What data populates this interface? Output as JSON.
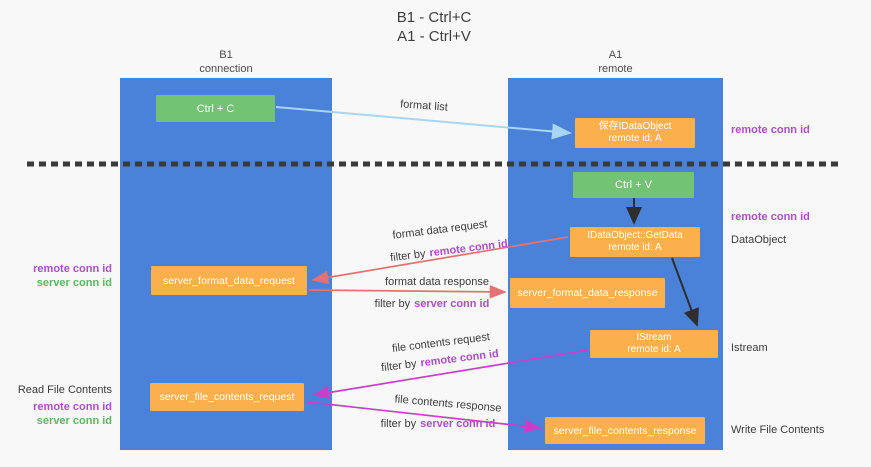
{
  "title": {
    "line1": "B1 - Ctrl+C",
    "line2": "A1 - Ctrl+V"
  },
  "columns": {
    "left": {
      "name": "B1",
      "subtitle": "connection"
    },
    "right": {
      "name": "A1",
      "subtitle": "remote"
    }
  },
  "boxes": {
    "ctrl_c": "Ctrl + C",
    "ctrl_v": "Ctrl + V",
    "save_idataobject": {
      "line1": "保存IDataObject",
      "line2": "remote id: A"
    },
    "getdata": {
      "line1": "IDataObject::GetData",
      "line2": "remote id: A"
    },
    "istream": {
      "line1": "IStream",
      "line2": "remote id: A"
    },
    "server_format_data_request": "server_format_data_request",
    "server_format_data_response": "server_format_data_response",
    "server_file_contents_request": "server_file_contents_request",
    "server_file_contents_response": "server_file_contents_response"
  },
  "arrow_labels": {
    "format_list": "format list",
    "format_data_request": "format data request",
    "format_data_response": "format data response",
    "file_contents_request": "file contents request",
    "file_contents_response": "file contents response",
    "filter_by": "filter by"
  },
  "terms": {
    "remote_conn_id": "remote conn id",
    "server_conn_id": "server conn id"
  },
  "side_labels": {
    "read_file_contents": "Read File Contents",
    "dataobject": "DataObject",
    "istream": "Istream",
    "write_file_contents": "Write File Contents"
  },
  "colors": {
    "background": "#f8f8f8",
    "column_blue": "#4b82d9",
    "box_orange": "#fbb04b",
    "box_green": "#73c375",
    "arrow_light_blue": "#a8d5f2",
    "arrow_salmon": "#e57272",
    "arrow_magenta": "#c83fc8",
    "arrow_black": "#2e2e2e",
    "dashed_line": "#3a3a3a",
    "term_purple": "#ab50c4",
    "term_green": "#5cb860"
  }
}
